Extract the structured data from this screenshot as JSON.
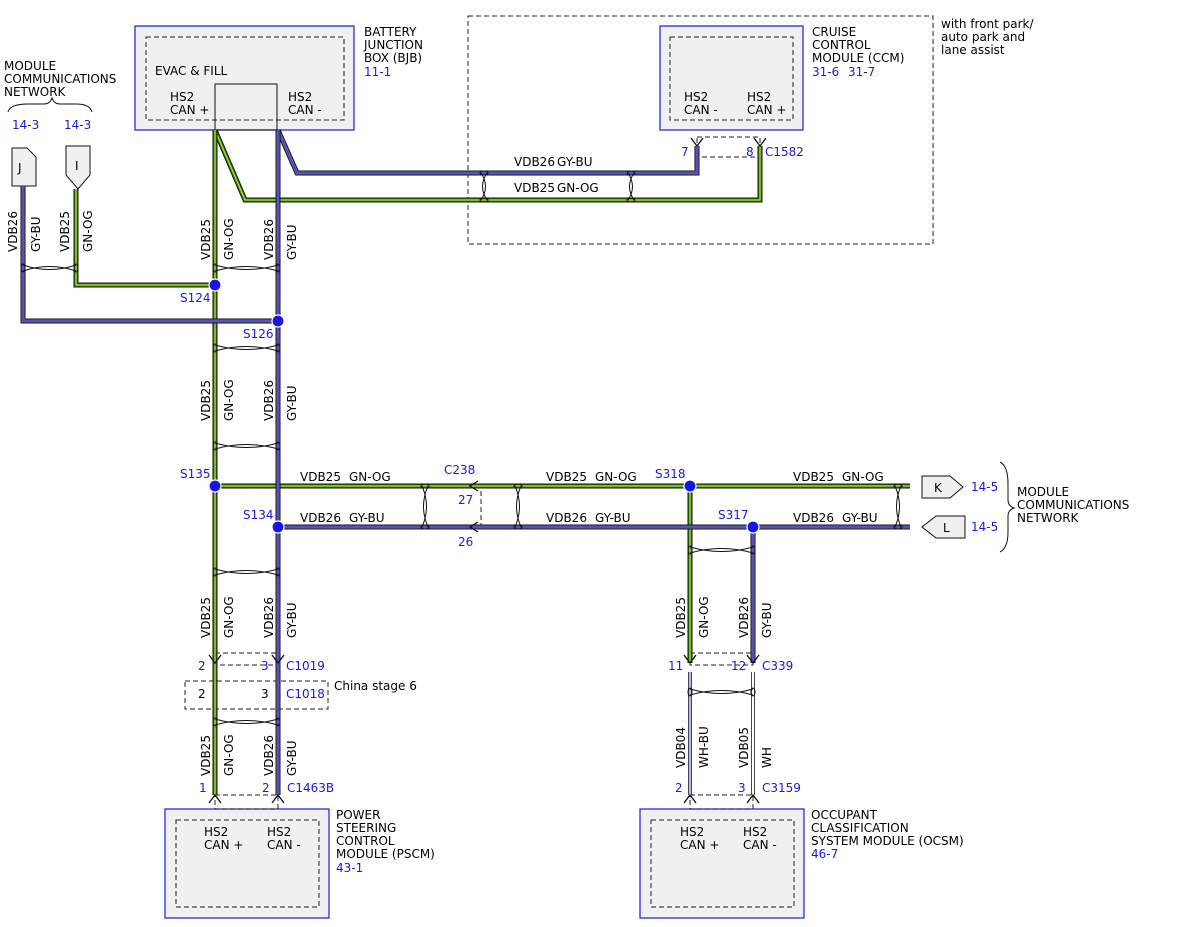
{
  "title": "",
  "modules": {
    "bjb": {
      "name_lines": [
        "BATTERY",
        "JUNCTION",
        "BOX (BJB)"
      ],
      "ref": "11-1",
      "inner_label": "EVAC & FILL",
      "pin1": [
        "HS2",
        "CAN +"
      ],
      "pin2": [
        "HS2",
        "CAN -"
      ]
    },
    "ccm": {
      "name_lines": [
        "CRUISE",
        "CONTROL",
        "MODULE (CCM)"
      ],
      "ref1": "31-6",
      "ref2": "31-7",
      "pin1": [
        "HS2",
        "CAN -"
      ],
      "pin2": [
        "HS2",
        "CAN +"
      ]
    },
    "pscm": {
      "name_lines": [
        "POWER",
        "STEERING",
        "CONTROL",
        "MODULE (PSCM)"
      ],
      "ref": "43-1",
      "pin1": [
        "HS2",
        "CAN +"
      ],
      "pin2": [
        "HS2",
        "CAN -"
      ]
    },
    "ocsm": {
      "name_lines": [
        "OCCUPANT",
        "CLASSIFICATION",
        "SYSTEM MODULE (OCSM)"
      ],
      "ref": "46-7",
      "pin1": [
        "HS2",
        "CAN +"
      ],
      "pin2": [
        "HS2",
        "CAN -"
      ]
    }
  },
  "option_note": [
    "with front park/",
    "auto park and",
    "lane assist"
  ],
  "network_label_left": [
    "MODULE",
    "COMMUNICATIONS",
    "NETWORK"
  ],
  "network_label_right": [
    "MODULE",
    "COMMUNICATIONS",
    "NETWORK"
  ],
  "offpage": {
    "j": "J",
    "i": "I",
    "k": "K",
    "l": "L",
    "ref_j": "14-3",
    "ref_i": "14-3",
    "ref_k": "14-5",
    "ref_l": "14-5"
  },
  "wires": {
    "vdb25": "VDB25",
    "gn_og": "GN-OG",
    "vdb26": "VDB26",
    "gy_bu": "GY-BU",
    "vdb04": "VDB04",
    "wh_bu": "WH-BU",
    "vdb05": "VDB05",
    "wh": "WH"
  },
  "splices": {
    "s124": "S124",
    "s126": "S126",
    "s135": "S135",
    "s134": "S134",
    "s318": "S318",
    "s317": "S317"
  },
  "connectors": {
    "c1582": "C1582",
    "c1582_p7": "7",
    "c1582_p8": "8",
    "c238": "C238",
    "c238_p27": "27",
    "c238_p26": "26",
    "c1019": "C1019",
    "c1019_p2": "2",
    "c1019_p3": "3",
    "c1018": "C1018",
    "c1018_p2": "2",
    "c1018_p3": "3",
    "c1018_note": "China stage 6",
    "c1463b": "C1463B",
    "c1463b_p1": "1",
    "c1463b_p2": "2",
    "c339": "C339",
    "c339_p11": "11",
    "c339_p12": "12",
    "c3159": "C3159",
    "c3159_p2": "2",
    "c3159_p3": "3"
  },
  "colors": {
    "green_wire": "#2e8a10",
    "gray_blue_wire": "#6a6aa8",
    "splice": "#1515e6",
    "module_border": "#2b2bd6",
    "ref_text": "#1a1adb"
  }
}
